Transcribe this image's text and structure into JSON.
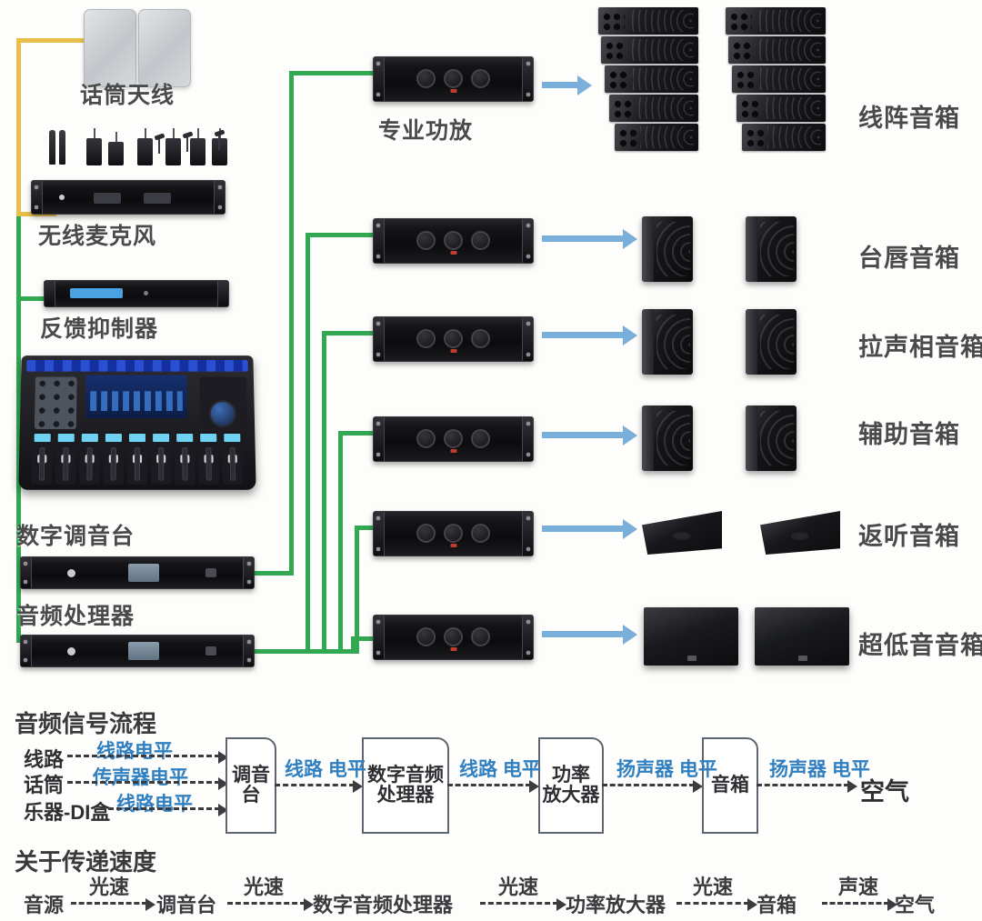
{
  "sources": {
    "antenna_label": "话筒天线",
    "wireless_mic_label": "无线麦克风",
    "feedback_suppressor_label": "反馈抑制器",
    "mixer_label": "数字调音台",
    "audio_processor_label": "音频处理器"
  },
  "amplifier_label": "专业功放",
  "speakers": [
    {
      "label": "线阵音箱",
      "type": "line-array"
    },
    {
      "label": "台唇音箱",
      "type": "cabinet"
    },
    {
      "label": "拉声相音箱",
      "type": "cabinet"
    },
    {
      "label": "辅助音箱",
      "type": "cabinet"
    },
    {
      "label": "返听音箱",
      "type": "wedge"
    },
    {
      "label": "超低音音箱",
      "type": "subwoofer"
    }
  ],
  "signal_flow": {
    "title": "音频信号流程",
    "inputs": [
      {
        "source": "线路",
        "level": "线路电平"
      },
      {
        "source": "话筒",
        "level": "传声器电平"
      },
      {
        "source": "乐器-DI盒",
        "level": "线路电平"
      }
    ],
    "nodes": [
      {
        "lines": [
          "调音",
          "台"
        ]
      },
      {
        "lines": [
          "数字音频",
          "处理器"
        ]
      },
      {
        "lines": [
          "功率",
          "放大器"
        ]
      },
      {
        "lines": [
          "音箱"
        ]
      }
    ],
    "links": [
      {
        "lines": [
          "线路",
          "电平"
        ]
      },
      {
        "lines": [
          "线路",
          "电平"
        ]
      },
      {
        "lines": [
          "扬声器",
          "电平"
        ]
      },
      {
        "lines": [
          "扬声器",
          "电平"
        ]
      }
    ],
    "output": "空气"
  },
  "speed_flow": {
    "title": "关于传递速度",
    "nodes": [
      "音源",
      "调音台",
      "数字音频处理器",
      "功率放大器",
      "音箱",
      "空气"
    ],
    "links": [
      "光速",
      "光速",
      "光速",
      "光速",
      "声速"
    ]
  },
  "colors": {
    "signal_cable": "#32a852",
    "antenna_cable": "#e8bd4a",
    "speaker_arrow": "#7aaedb",
    "flow_level_text": "#2f7fc1"
  }
}
